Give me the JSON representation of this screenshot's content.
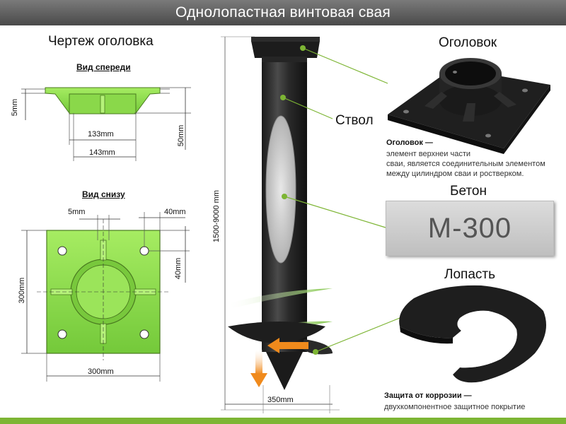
{
  "title": "Однолопастная винтовая свая",
  "drawing": {
    "heading": "Чертеж оголовка",
    "front_view": "Вид спереди",
    "bottom_view": "Вид снизу",
    "dims": {
      "front_height_5": "5mm",
      "front_inner": "133mm",
      "front_outer": "143mm",
      "front_height_50": "50mm",
      "bottom_5": "5mm",
      "bottom_40_top": "40mm",
      "bottom_40_side": "40mm",
      "bottom_300_side": "300mm",
      "bottom_300_base": "300mm"
    }
  },
  "pile": {
    "length_label": "1500-9000 mm",
    "diameter_label": "350mm",
    "trunk_label": "Ствол"
  },
  "head": {
    "heading": "Оголовок",
    "desc_bold": "Оголовок —",
    "desc_lines": [
      "элемент верхнеи части",
      "сваи, является соединительным элементом",
      "между цилиндром сваи и ростверком."
    ]
  },
  "concrete": {
    "heading": "Бетон",
    "grade": "М-300"
  },
  "blade": {
    "heading": "Лопасть"
  },
  "protection": {
    "bold": "Защита от коррозии —",
    "text": "двухкомпонентное защитное покрытие"
  },
  "colors": {
    "accent": "#7db534",
    "plate": "#8ee04a",
    "steel": "#2b2b2b",
    "arrow": "#f08a1c"
  }
}
